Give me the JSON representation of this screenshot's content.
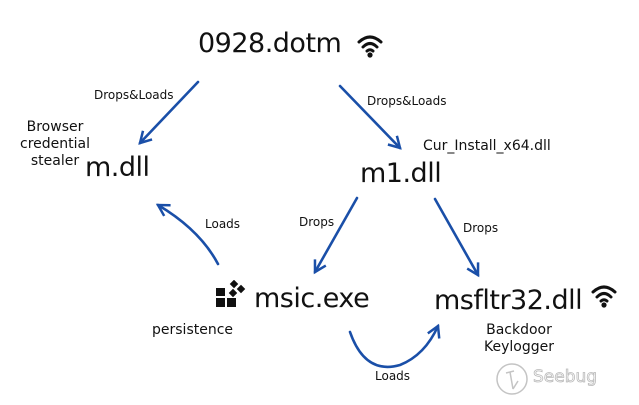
{
  "nodes": {
    "dotm": {
      "label": "0928.dotm",
      "icon": "wifi-icon"
    },
    "mdll": {
      "label": "m.dll",
      "note": [
        "Browser",
        "credential",
        "stealer"
      ]
    },
    "m1dll": {
      "label": "m1.dll",
      "alias": "Cur_Install_x64.dll"
    },
    "msic": {
      "label": "msic.exe",
      "icon": "windows-logo-icon",
      "note": "persistence"
    },
    "msfltr": {
      "label": "msfltr32.dll",
      "icon": "wifi-icon",
      "note": [
        "Backdoor",
        "Keylogger"
      ]
    }
  },
  "edges": [
    {
      "from": "dotm",
      "to": "mdll",
      "label": "Drops&Loads"
    },
    {
      "from": "dotm",
      "to": "m1dll",
      "label": "Drops&Loads"
    },
    {
      "from": "m1dll",
      "to": "msic",
      "label": "Drops"
    },
    {
      "from": "m1dll",
      "to": "msfltr",
      "label": "Drops"
    },
    {
      "from": "msic",
      "to": "mdll",
      "label": "Loads"
    },
    {
      "from": "msic",
      "to": "msfltr",
      "label": "Loads"
    }
  ],
  "colors": {
    "arrow": "#1a4fa8",
    "text": "#111111"
  },
  "watermark": {
    "text": "Seebug"
  }
}
